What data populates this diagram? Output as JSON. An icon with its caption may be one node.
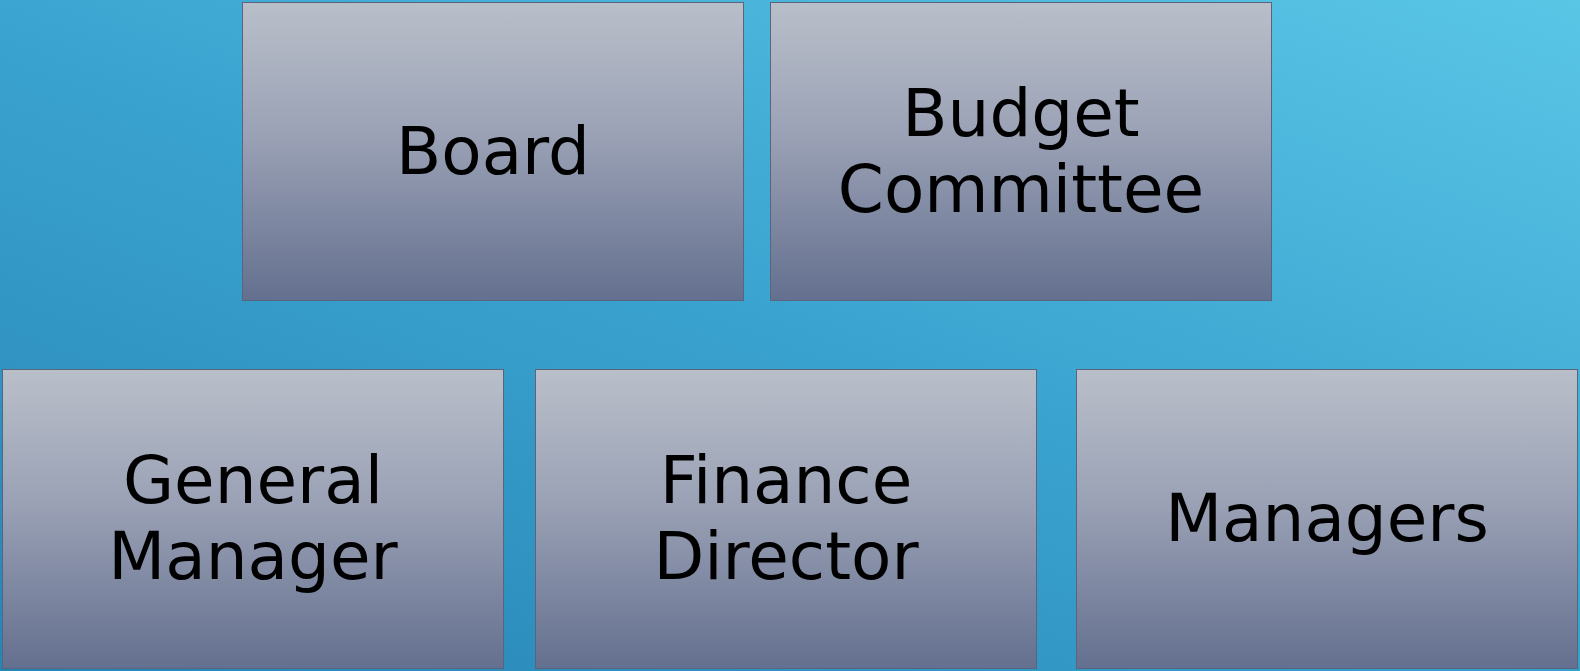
{
  "diagram": {
    "nodes": [
      {
        "text": [
          "Board"
        ]
      },
      {
        "text": [
          "Budget Committee"
        ]
      },
      {
        "text": [
          "General Manager"
        ]
      },
      {
        "text": [
          "Finance Director"
        ]
      },
      {
        "text": [
          "Managers"
        ]
      }
    ]
  }
}
